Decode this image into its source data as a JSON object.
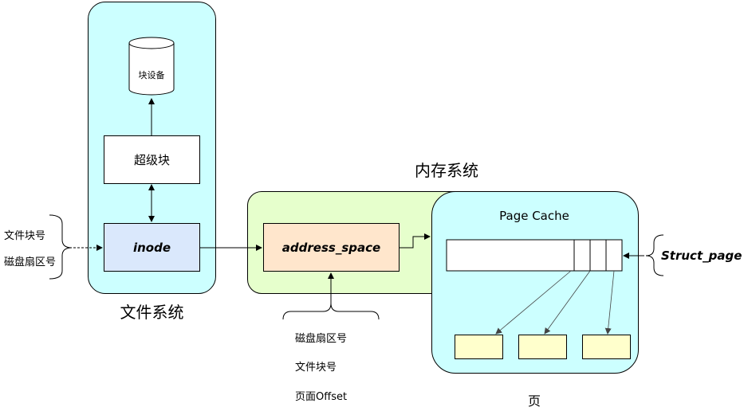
{
  "file_system": {
    "title": "文件系统",
    "block_device": "块设备",
    "super_block": "超级块",
    "inode": "inode",
    "input_labels": [
      "文件块号",
      "磁盘扇区号"
    ]
  },
  "memory_system": {
    "title": "内存系统",
    "address_space": "address_space",
    "input_labels": [
      "磁盘扇区号",
      "文件块号",
      "页面Offset"
    ]
  },
  "page_cache": {
    "title": "Page Cache",
    "struct_page": "Struct_page",
    "page_label": "页"
  },
  "colors": {
    "cyan_panel": "#ccffff",
    "green_panel": "#e6ffcc",
    "inode_fill": "#dae8fc",
    "address_space_fill": "#ffe6cc",
    "page_fill": "#ffffcc"
  }
}
